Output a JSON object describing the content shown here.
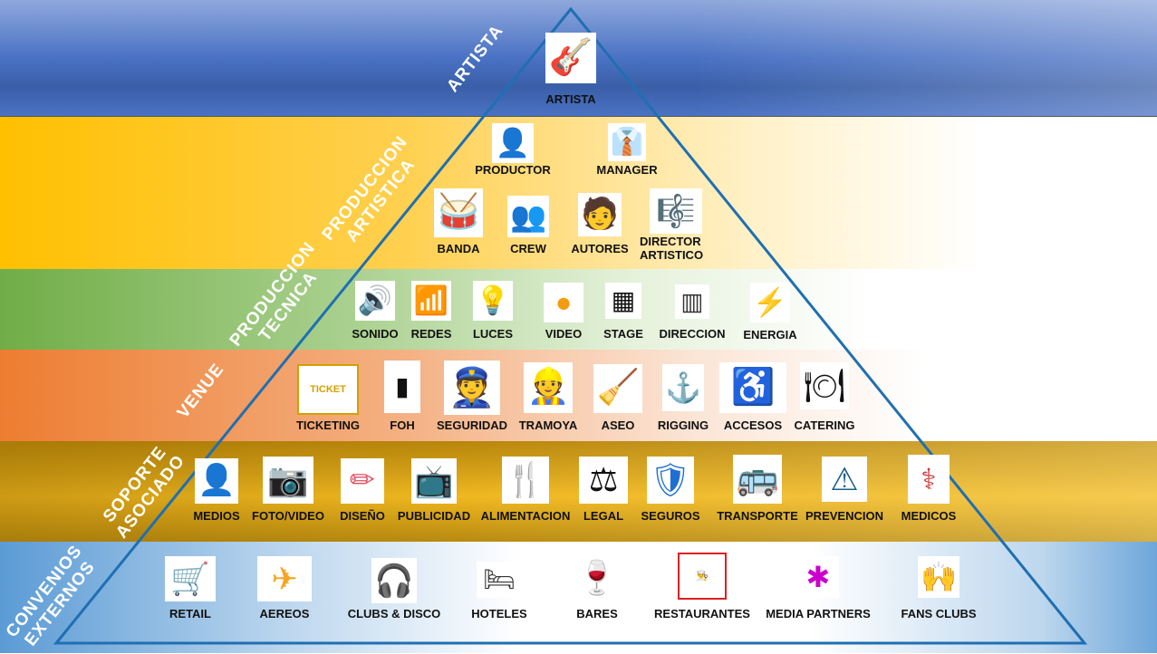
{
  "bands": [
    {
      "label": "ARTISTA",
      "items": [
        {
          "label": "ARTISTA",
          "icon": "guitarist-icon"
        }
      ]
    },
    {
      "label": "PRODUCCION ARTISTICA",
      "items": [
        {
          "label": "PRODUCTOR",
          "icon": "person-icon"
        },
        {
          "label": "MANAGER",
          "icon": "manager-icon"
        },
        {
          "label": "BANDA",
          "icon": "band-icon"
        },
        {
          "label": "CREW",
          "icon": "users-icon"
        },
        {
          "label": "AUTORES",
          "icon": "author-icon"
        },
        {
          "label": "DIRECTOR ARTISTICO",
          "icon": "conductor-icon"
        }
      ]
    },
    {
      "label": "PRODUCCION TECNICA",
      "items": [
        {
          "label": "SONIDO",
          "icon": "speaker-icon"
        },
        {
          "label": "REDES",
          "icon": "wifi-icon"
        },
        {
          "label": "LUCES",
          "icon": "spotlight-icon"
        },
        {
          "label": "VIDEO",
          "icon": "video-camera-icon"
        },
        {
          "label": "STAGE",
          "icon": "stage-icon"
        },
        {
          "label": "DIRECCION",
          "icon": "mixer-icon"
        },
        {
          "label": "ENERGIA",
          "icon": "lightning-icon"
        }
      ]
    },
    {
      "label": "VENUE",
      "items": [
        {
          "label": "TICKETING",
          "icon": "ticket-icon"
        },
        {
          "label": "FOH",
          "icon": "line-array-icon"
        },
        {
          "label": "SEGURIDAD",
          "icon": "security-guard-icon"
        },
        {
          "label": "TRAMOYA",
          "icon": "worker-icon"
        },
        {
          "label": "ASEO",
          "icon": "cleaning-icon"
        },
        {
          "label": "RIGGING",
          "icon": "hook-icon"
        },
        {
          "label": "ACCESOS",
          "icon": "wheelchair-icon"
        },
        {
          "label": "CATERING",
          "icon": "waiter-icon"
        }
      ]
    },
    {
      "label": "SOPORTE ASOCIADO",
      "items": [
        {
          "label": "MEDIOS",
          "icon": "hacker-icon"
        },
        {
          "label": "FOTO/VIDEO",
          "icon": "camera-icon"
        },
        {
          "label": "DISEÑO",
          "icon": "pencil-icon"
        },
        {
          "label": "PUBLICIDAD",
          "icon": "tv-ad-icon"
        },
        {
          "label": "ALIMENTACION",
          "icon": "fork-knife-icon"
        },
        {
          "label": "LEGAL",
          "icon": "justice-icon"
        },
        {
          "label": "SEGUROS",
          "icon": "shield-icon"
        },
        {
          "label": "TRANSPORTE",
          "icon": "bus-icon"
        },
        {
          "label": "PREVENCION",
          "icon": "warning-search-icon"
        },
        {
          "label": "MEDICOS",
          "icon": "doctor-icon"
        }
      ]
    },
    {
      "label": "CONVENIOS EXTERNOS",
      "items": [
        {
          "label": "RETAIL",
          "icon": "shopping-cart-icon"
        },
        {
          "label": "AEREOS",
          "icon": "airplane-icon"
        },
        {
          "label": "CLUBS & DISCO",
          "icon": "headphones-icon"
        },
        {
          "label": "HOTELES",
          "icon": "bed-icon"
        },
        {
          "label": "BARES",
          "icon": "wine-glass-icon"
        },
        {
          "label": "RESTAURANTES",
          "icon": "chef-icon"
        },
        {
          "label": "MEDIA PARTNERS",
          "icon": "social-media-icon"
        },
        {
          "label": "FANS CLUBS",
          "icon": "fans-icon"
        }
      ]
    }
  ],
  "colors": {
    "triangle": "#1f6fb2"
  }
}
